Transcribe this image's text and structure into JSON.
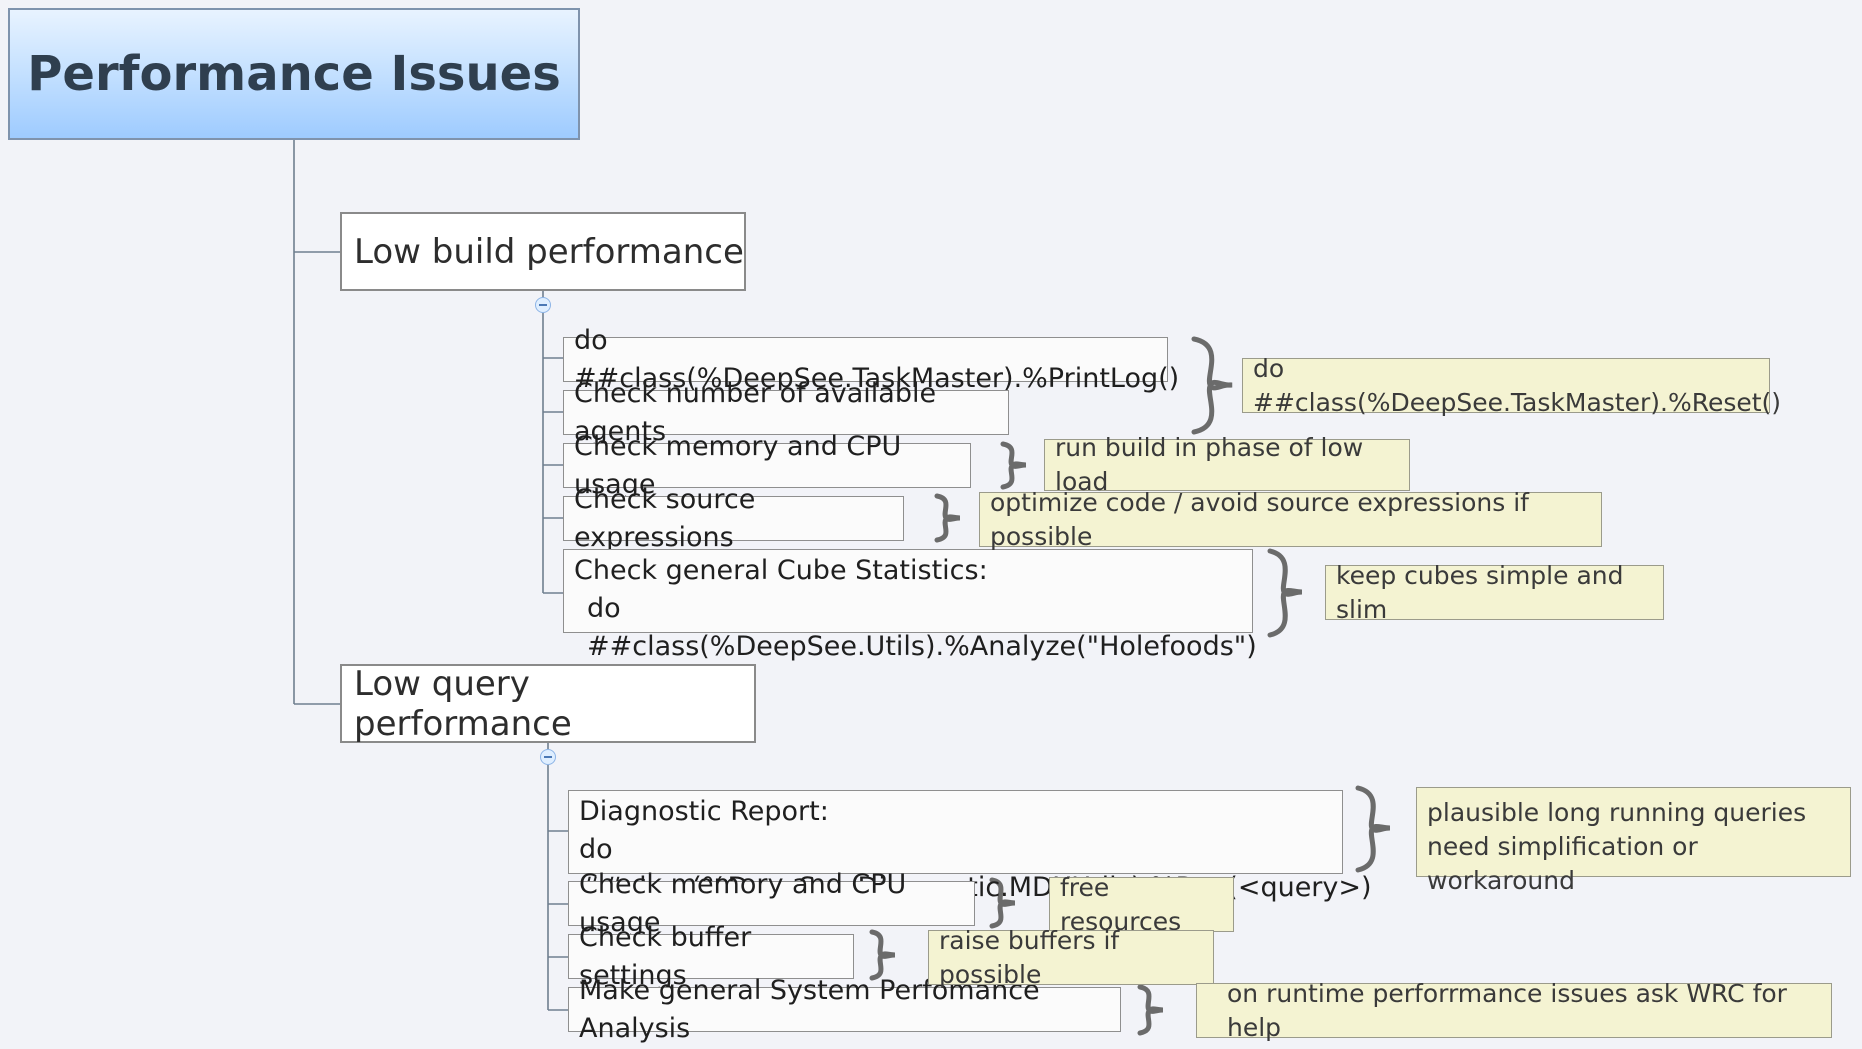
{
  "root": {
    "label": "Performance Issues"
  },
  "branches": [
    {
      "label": "Low build performance",
      "items": [
        {
          "lines": [
            "do ##class(%DeepSee.TaskMaster).%PrintLog()"
          ]
        },
        {
          "lines": [
            "Check number of available agents"
          ]
        },
        {
          "lines": [
            "Check memory and CPU usage"
          ]
        },
        {
          "lines": [
            "Check source expressions"
          ]
        },
        {
          "lines": [
            "Check general Cube Statistics:",
            "do ##class(%DeepSee.Utils).%Analyze(\"Holefoods\")"
          ]
        }
      ],
      "notes": [
        {
          "lines": [
            "do ##class(%DeepSee.TaskMaster).%Reset()"
          ]
        },
        {
          "lines": [
            "run build in phase of low load"
          ]
        },
        {
          "lines": [
            "optimize code / avoid source expressions if possible"
          ]
        },
        {
          "lines": [
            "keep cubes simple and slim"
          ]
        }
      ]
    },
    {
      "label": "Low query performance",
      "items": [
        {
          "lines": [
            "Diagnostic Report:",
            "do ##class(%DeepSee.Diagnostic.MDXUtils).%Run(<query>)"
          ]
        },
        {
          "lines": [
            "Check memory and CPU usage"
          ]
        },
        {
          "lines": [
            "Check buffer settings"
          ]
        },
        {
          "lines": [
            "Make general System Perfomance Analysis"
          ]
        }
      ],
      "notes": [
        {
          "lines": [
            "plausible long running queries need",
            "simplification or workaround"
          ]
        },
        {
          "lines": [
            "free resources"
          ]
        },
        {
          "lines": [
            "raise buffers if possible"
          ]
        },
        {
          "lines": [
            "on runtime perforrmance issues ask WRC for help"
          ]
        }
      ]
    }
  ],
  "colors": {
    "background": "#f2f3f8",
    "root_gradient_top": "#e8f3ff",
    "root_gradient_bottom": "#9ecbff",
    "note_fill": "#f4f3d2",
    "connector": "#6f7f8f",
    "brace": "#6b6b6b"
  }
}
